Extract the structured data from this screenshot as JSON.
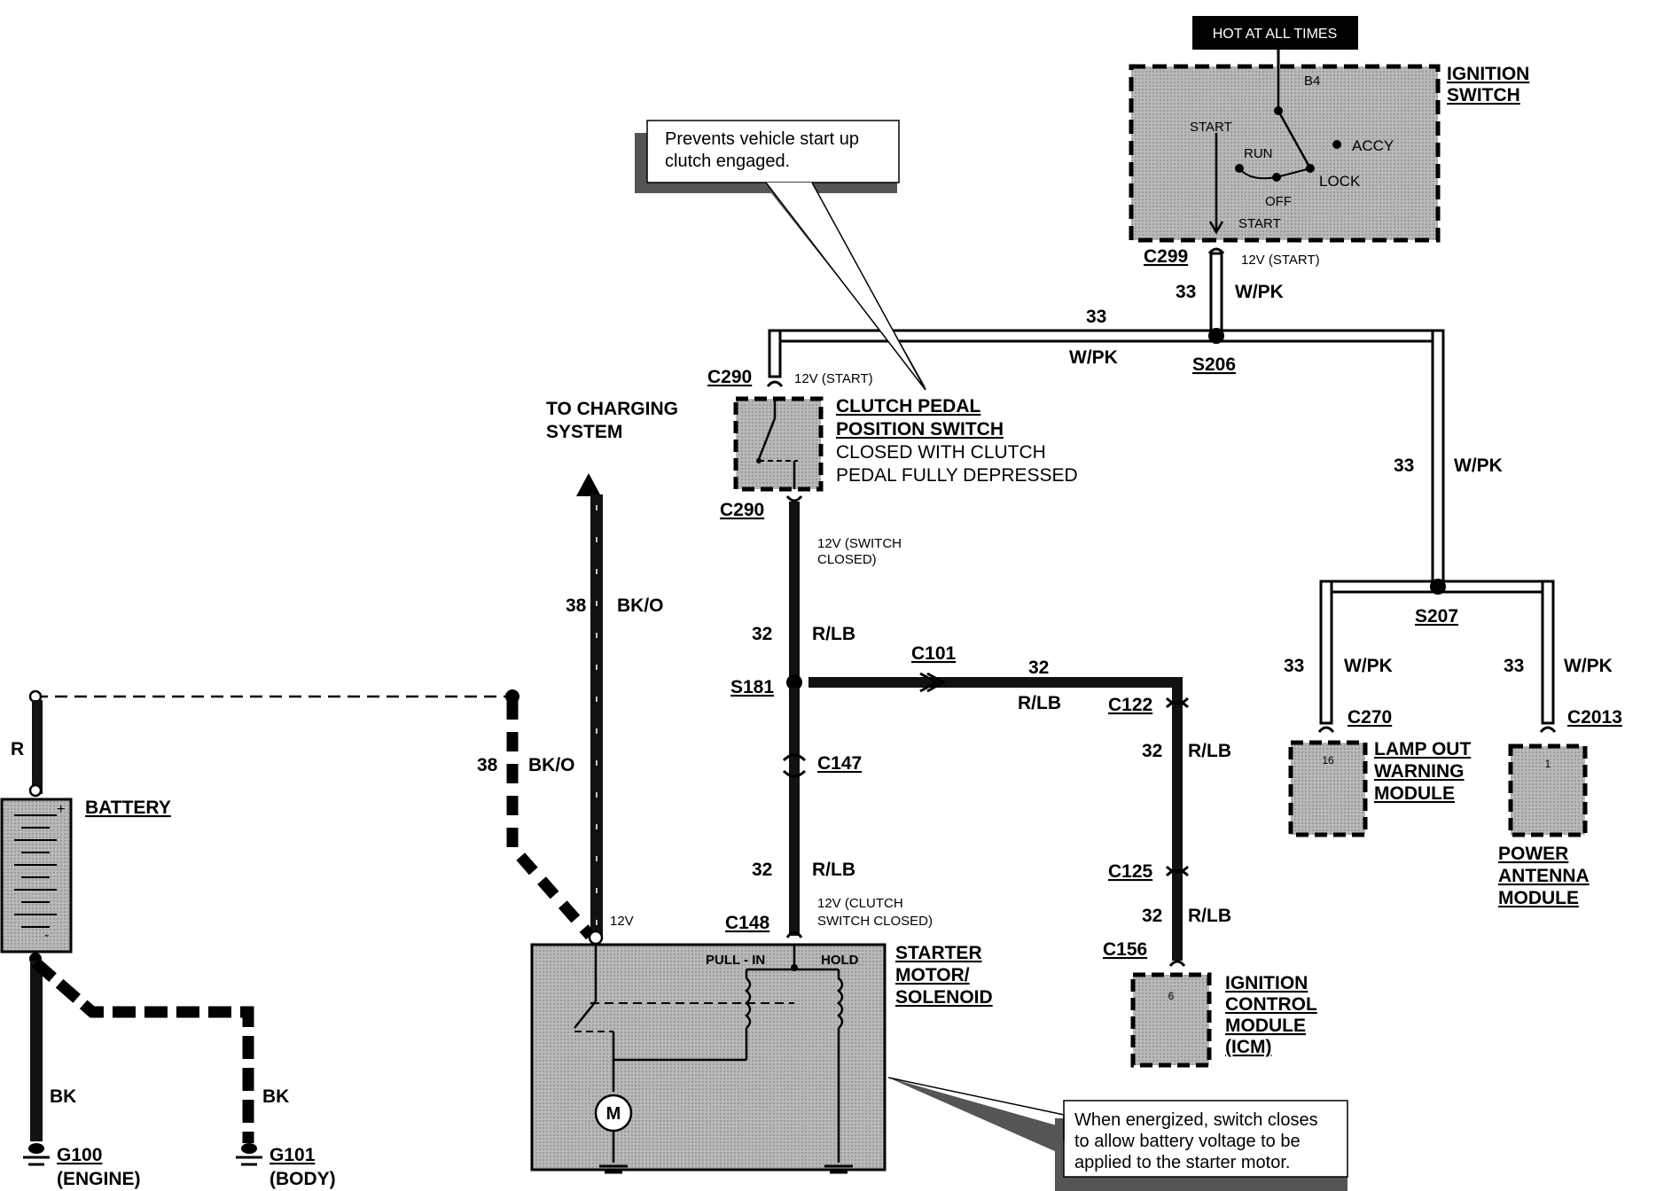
{
  "hot_at_all_times": "HOT AT ALL TIMES",
  "ignition_switch": {
    "title_line1": "IGNITION",
    "title_line2": "SWITCH",
    "b4": "B4",
    "start": "START",
    "run": "RUN",
    "accy": "ACCY",
    "lock": "LOCK",
    "off": "OFF",
    "start_bottom": "START"
  },
  "connectors": {
    "c299": "C299",
    "c290_top": "C290",
    "c290_bottom": "C290",
    "c101": "C101",
    "c122": "C122",
    "c125": "C125",
    "c156": "C156",
    "c147": "C147",
    "c148": "C148",
    "c270": "C270",
    "c2013": "C2013"
  },
  "splices": {
    "s206": "S206",
    "s207": "S207",
    "s181": "S181"
  },
  "voltages": {
    "v12_start_c299": "12V (START)",
    "v12_start_c290": "12V (START)",
    "v12_switch_closed_1": "12V (SWITCH",
    "v12_switch_closed_2": "CLOSED)",
    "v12_clutch_1": "12V (CLUTCH",
    "v12_clutch_2": "SWITCH CLOSED)",
    "v12": "12V"
  },
  "wires": {
    "w33_c299": "33",
    "wpk_c299": "W/PK",
    "w33_top": "33",
    "wpk_top": "W/PK",
    "w33_right": "33",
    "wpk_right": "W/PK",
    "w33_c270": "33",
    "wpk_c270": "W/PK",
    "w33_c2013": "33",
    "wpk_c2013": "W/PK",
    "w32_a": "32",
    "rlb_a": "R/LB",
    "w32_c101": "32",
    "rlb_c101": "R/LB",
    "w32_c122": "32",
    "rlb_c122": "R/LB",
    "w32_c125": "32",
    "rlb_c125": "R/LB",
    "w32_b": "32",
    "rlb_b": "R/LB",
    "w38_a": "38",
    "bko_a": "BK/O",
    "w38_b": "38",
    "bko_b": "BK/O",
    "r": "R",
    "bk_a": "BK",
    "bk_b": "BK"
  },
  "components": {
    "clutch_line1": "CLUTCH PEDAL",
    "clutch_line2": "POSITION SWITCH",
    "clutch_line3": "CLOSED WITH CLUTCH",
    "clutch_line4": "PEDAL FULLY DEPRESSED",
    "charging_line1": "TO CHARGING",
    "charging_line2": "SYSTEM",
    "battery": "BATTERY",
    "battery_plus": "+",
    "battery_minus": "-",
    "starter_line1": "STARTER",
    "starter_line2": "MOTOR/",
    "starter_line3": "SOLENOID",
    "pull_in": "PULL - IN",
    "hold": "HOLD",
    "motor": "M",
    "lamp_line1": "LAMP OUT",
    "lamp_line2": "WARNING",
    "lamp_line3": "MODULE",
    "lamp_pin": "16",
    "antenna_line1": "POWER",
    "antenna_line2": "ANTENNA",
    "antenna_line3": "MODULE",
    "antenna_pin": "1",
    "icm_line1": "IGNITION",
    "icm_line2": "CONTROL",
    "icm_line3": "MODULE",
    "icm_line4": "(ICM)",
    "icm_pin": "6"
  },
  "grounds": {
    "g100": "G100",
    "g100_sub": "(ENGINE)",
    "g101": "G101",
    "g101_sub": "(BODY)"
  },
  "notes": {
    "clutch_note_line1": "Prevents vehicle start up",
    "clutch_note_line2": "clutch engaged.",
    "starter_note_line1": "When energized, switch closes",
    "starter_note_line2": "to allow battery voltage to be",
    "starter_note_line3": "applied to the starter motor."
  }
}
